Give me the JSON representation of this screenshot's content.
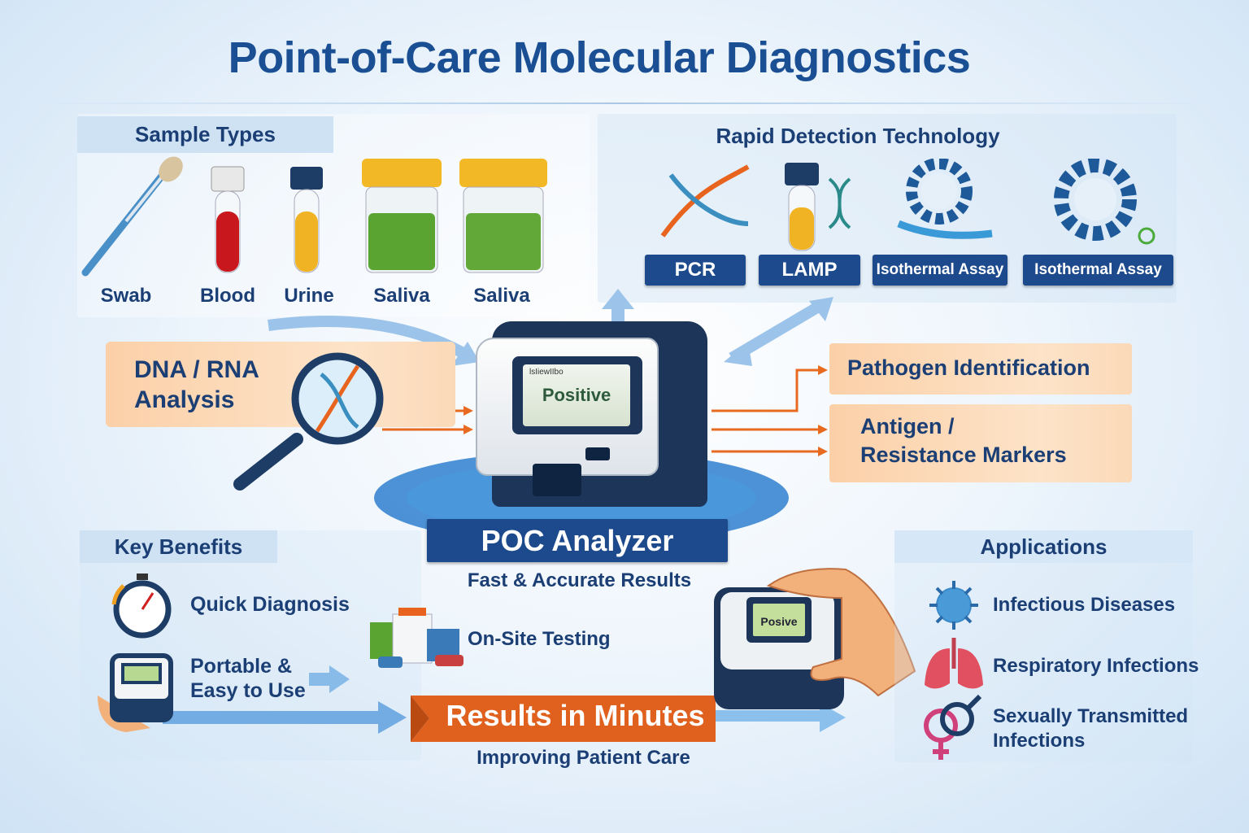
{
  "title": "Point-of-Care Molecular Diagnostics",
  "sample_types": {
    "header": "Sample Types",
    "items": [
      {
        "label": "Swab",
        "icon": "swab-icon"
      },
      {
        "label": "Blood",
        "icon": "blood-tube-icon"
      },
      {
        "label": "Urine",
        "icon": "urine-tube-icon"
      },
      {
        "label": "Saliva",
        "icon": "saliva-jar-icon"
      },
      {
        "label": "Saliva",
        "icon": "saliva-jar-icon"
      }
    ]
  },
  "detection": {
    "header": "Rapid Detection Technology",
    "items": [
      {
        "label": "PCR",
        "icon": "dna-helix-icon"
      },
      {
        "label": "LAMP",
        "icon": "tube-dna-icon"
      },
      {
        "label": "Isothermal Assay",
        "icon": "gear-icon"
      },
      {
        "label": "Isothermal Assay",
        "icon": "gear-icon"
      }
    ]
  },
  "analysis": {
    "line1": "DNA / RNA",
    "line2": "Analysis"
  },
  "analyzer": {
    "screen_text": "Positive",
    "screen_header": "lsIiewIIbo",
    "label": "POC Analyzer",
    "subtitle": "Fast & Accurate Results"
  },
  "outputs": [
    {
      "label": "Pathogen Identification"
    },
    {
      "line1": "Antigen /",
      "line2": "Resistance Markers"
    }
  ],
  "benefits": {
    "header": "Key Benefits",
    "items": [
      {
        "label": "Quick Diagnosis",
        "icon": "stopwatch-icon"
      },
      {
        "line1": "Portable &",
        "line2": "Easy to Use",
        "icon": "handheld-device-icon"
      },
      {
        "label": "On-Site Testing",
        "icon": "clinic-icon"
      }
    ]
  },
  "banner": {
    "label": "Results in Minutes",
    "subtitle": "Improving Patient Care"
  },
  "handheld": {
    "screen_text": "Posive"
  },
  "applications": {
    "header": "Applications",
    "items": [
      {
        "label": "Infectious Diseases",
        "icon": "virus-icon"
      },
      {
        "label": "Respiratory Infections",
        "icon": "lungs-icon"
      },
      {
        "line1": "Sexually Transmitted",
        "line2": "Infections",
        "icon": "gender-symbols-icon"
      }
    ]
  },
  "colors": {
    "primary": "#1d4a8c",
    "accent": "#e8641e",
    "panel": "#cfe2f4",
    "orange_box": "#fcd9b6"
  }
}
